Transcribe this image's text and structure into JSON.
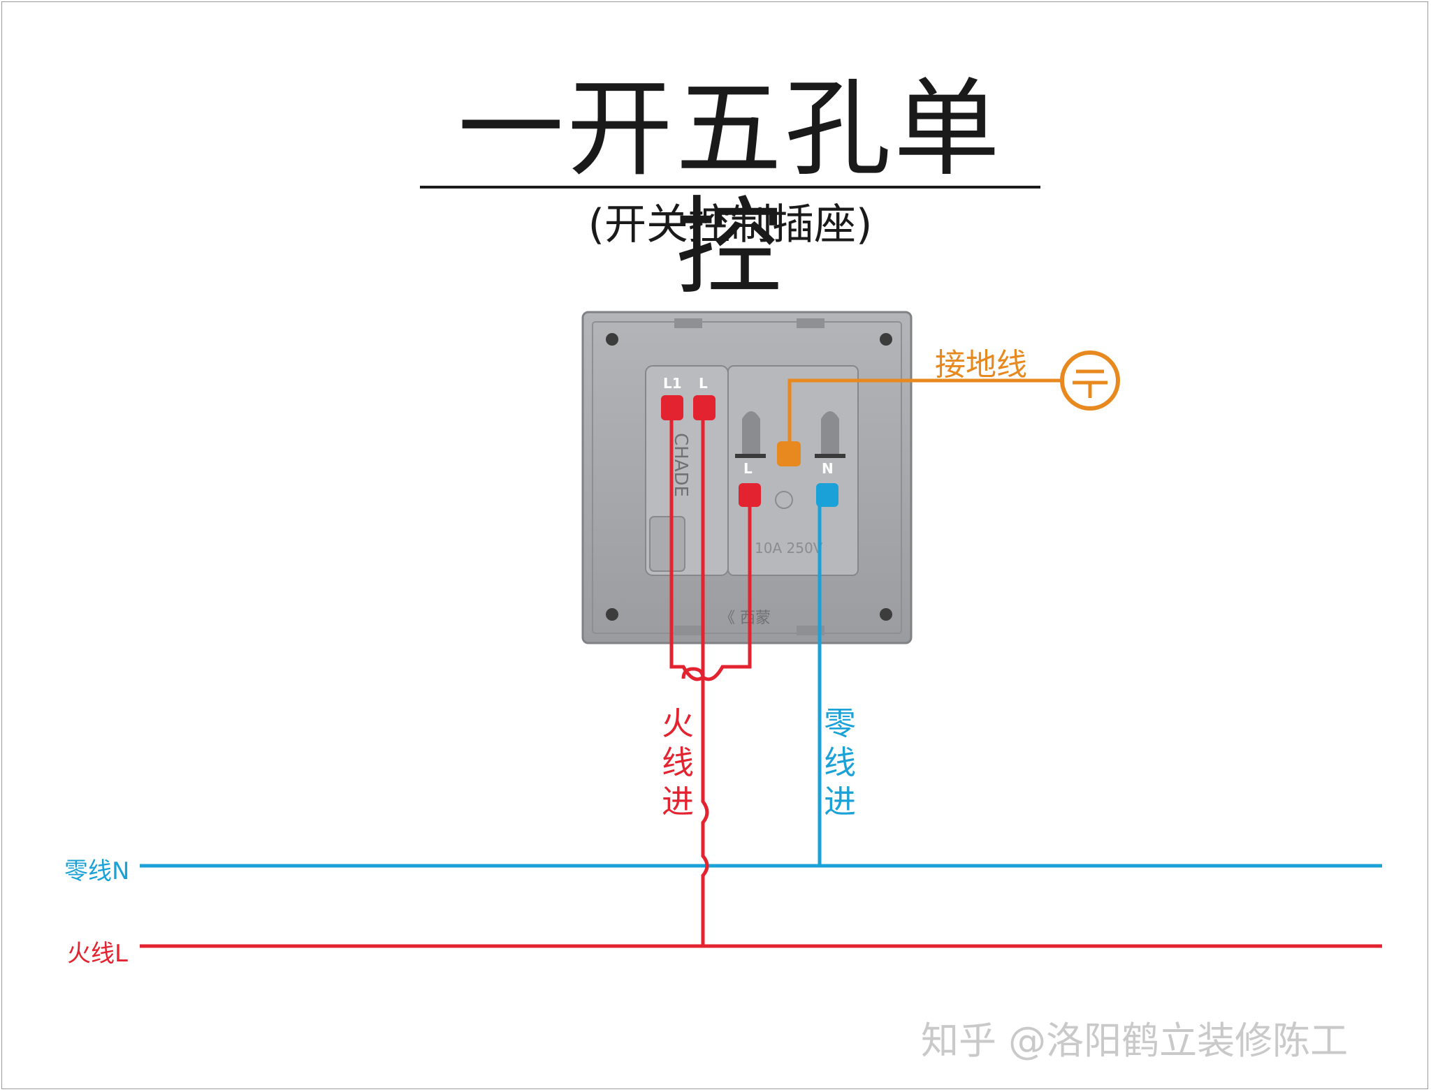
{
  "title": "一开五孔单控",
  "subtitle": "(开关控制插座)",
  "labels": {
    "ground": "接地线",
    "neutral_line": "零线N",
    "live_line": "火线L",
    "live_in": "火线进",
    "neutral_in": "零线进"
  },
  "terminals": {
    "switch_l1": "L1",
    "switch_l": "L",
    "socket_l": "L",
    "socket_n": "N"
  },
  "watermark": "知乎 @洛阳鹤立装修陈工",
  "colors": {
    "live": "#e3232f",
    "neutral": "#1aa2d8",
    "ground": "#e8891f",
    "panel": "#a3a5a8"
  }
}
